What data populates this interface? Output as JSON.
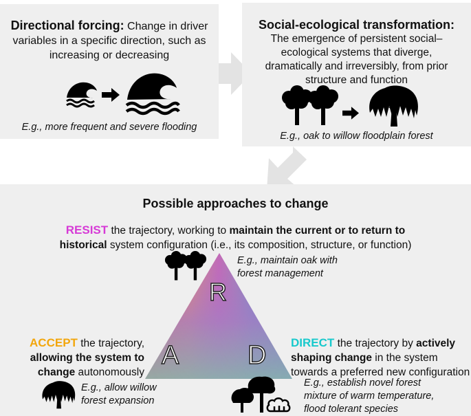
{
  "forcing": {
    "title": "Directional forcing:",
    "desc_1": "Change in driver",
    "desc_2": "variables in a specific direction, such as",
    "desc_3": "increasing or decreasing",
    "example": "E.g., more frequent and severe flooding"
  },
  "transformation": {
    "title": "Social-ecological transformation:",
    "desc_1": "The emergence of persistent social–",
    "desc_2": "ecological systems that diverge,",
    "desc_3": "dramatically and irreversibly, from prior",
    "desc_4": "structure and function",
    "example": "E.g., oak to willow floodplain forest"
  },
  "approaches": {
    "title": "Possible approaches to change",
    "resist": {
      "keyword": "RESIST",
      "line1_plain": " the trajectory, working to ",
      "line1_bold": "maintain the current or to return to",
      "line2_bold": "historical",
      "line2_plain": " system configuration (i.e., its composition, structure, or function)",
      "example_1": "E.g., maintain oak with",
      "example_2": "forest management",
      "letter": "R"
    },
    "accept": {
      "keyword": "ACCEPT",
      "line1_plain": " the trajectory,",
      "line2_bold": "allowing the system to",
      "line3_bold": "change",
      "line3_plain": " autonomously",
      "example_1": "E.g., allow willow",
      "example_2": "forest expansion",
      "letter": "A"
    },
    "direct": {
      "keyword": "DIRECT",
      "line1_plain": " the trajectory by ",
      "line1_bold": "actively",
      "line2_bold": "shaping change",
      "line2_plain": " in the system",
      "line3_plain": "towards a preferred new configuration",
      "example_1": "E.g., establish novel forest",
      "example_2": "mixture of warm temperature,",
      "example_3": "flood tolerant species",
      "letter": "D"
    }
  },
  "colors": {
    "panel_bg": "#efefef",
    "resist": "#d63ad6",
    "accept": "#f2a60c",
    "direct": "#18c9cc",
    "arrow": "#e3e3e3"
  },
  "icons": [
    "wave-small-icon",
    "arrow-right-icon",
    "wave-large-icon",
    "oak-trees-icon",
    "willow-tree-icon",
    "oak-trees-small-icon",
    "willow-tree-small-icon",
    "novel-forest-icon"
  ]
}
